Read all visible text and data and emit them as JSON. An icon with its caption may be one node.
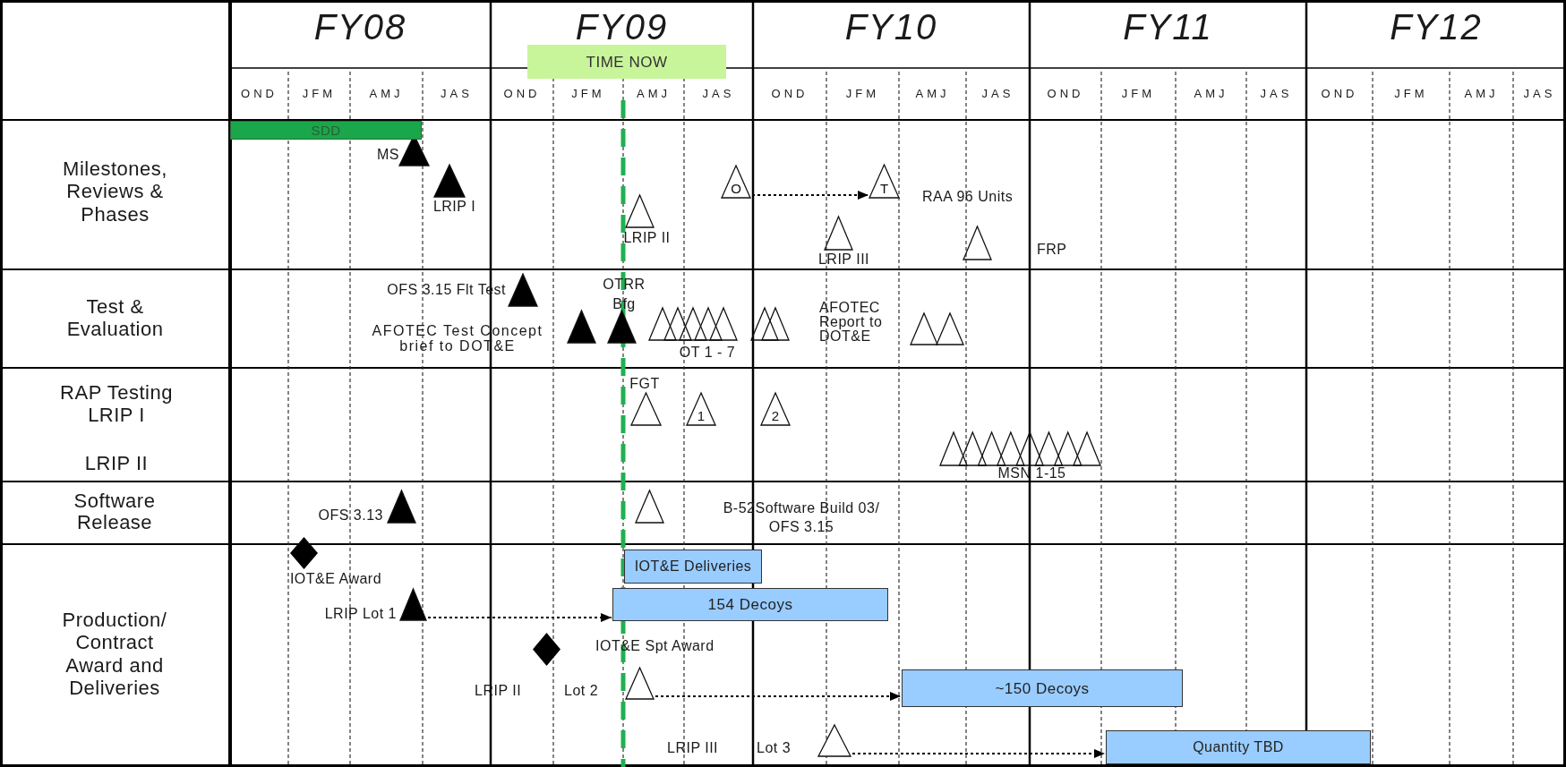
{
  "diagram": {
    "nodes": [
      {
        "text": [
          "TIME  NOW"
        ]
      },
      {
        "text": [
          "SDD"
        ]
      },
      {
        "text": [
          "O"
        ]
      },
      {
        "text": [
          "T"
        ]
      },
      {
        "text": [
          "1"
        ]
      },
      {
        "text": [
          "2"
        ]
      },
      {
        "text": [
          "IOT&E Deliveries"
        ]
      },
      {
        "text": [],
        "shape": "triangle",
        "beside": [
          "LRIP Lot 1"
        ]
      },
      {
        "text": [
          "154 Decoys"
        ]
      },
      {
        "text": [],
        "shape": "triangle",
        "beside": [
          "LRIP II",
          "Lot 2"
        ]
      },
      {
        "text": [
          "~150 Decoys"
        ]
      },
      {
        "text": [],
        "shape": "triangle",
        "beside": [
          "LRIP III",
          "Lot 3"
        ]
      },
      {
        "text": [
          "Quantity TBD"
        ]
      }
    ],
    "edges": [
      {
        "from": 2,
        "to": 3,
        "arrow": "to",
        "style": "dashed"
      },
      {
        "from": 7,
        "to": 8,
        "arrow": "to",
        "style": "dashed"
      },
      {
        "from": 9,
        "to": 10,
        "arrow": "to",
        "style": "dashed"
      },
      {
        "from": 11,
        "to": 12,
        "arrow": "to",
        "style": "dashed"
      }
    ],
    "labels": [
      "FY08",
      "FY09",
      "FY10",
      "FY11",
      "FY12",
      "OND",
      "JFM",
      "AMJ",
      "JAS",
      "OND",
      "JFM",
      "AMJ",
      "JAS",
      "OND",
      "JFM",
      "AMJ",
      "JAS",
      "OND",
      "JFM",
      "AMJ",
      "JAS",
      "OND",
      "JFM",
      "AMJ",
      "JAS",
      "Milestones, Reviews & Phases",
      "MS",
      "LRIP I",
      "RAA 96 Units",
      "LRIP II",
      "LRIP III",
      "FRP",
      "Test & Evaluation",
      "OFS 3.15 Flt Test",
      "OTRR Bfg",
      "AFOTEC Test Concept brief to DOT&E",
      "AFOTEC Report to DOT&E",
      "OT  1 - 7",
      "RAP Testing LRIP I",
      "FGT",
      "LRIP II",
      "MSN 1-15",
      "Software Release",
      "OFS 3.13",
      "B-52Software Build 03/ OFS 3.15",
      "Production/ Contract Award and Deliveries",
      "IOT&E Award",
      "IOT&E Spt Award"
    ]
  }
}
